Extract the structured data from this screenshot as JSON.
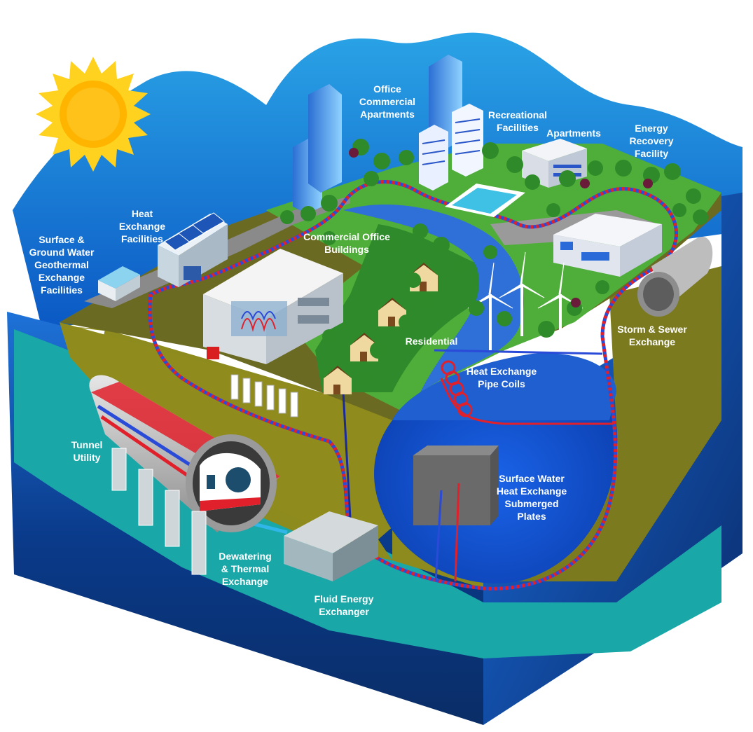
{
  "labels": {
    "surface_ground_water": "Surface &\nGround Water\nGeothermal\nExchange\nFacilities",
    "heat_exchange_facilities": "Heat\nExchange\nFacilities",
    "office_commercial_apartments": "Office\nCommercial\nApartments",
    "recreational_facilities": "Recreational\nFacilities",
    "apartments": "Apartments",
    "energy_recovery_facility": "Energy\nRecovery\nFacility",
    "commercial_office_buildings": "Commercial Office\nBuildings",
    "residential": "Residential",
    "storm_sewer_exchange": "Storm & Sewer\nExchange",
    "heat_exchange_pipe_coils": "Heat Exchange\nPipe Coils",
    "tunnel_utility": "Tunnel\nUtility",
    "surface_water_plates": "Surface Water\nHeat Exchange\nSubmerged\nPlates",
    "dewatering_thermal": "Dewatering\n& Thermal\nExchange",
    "fluid_energy_exchanger": "Fluid Energy\nExchanger"
  },
  "colors": {
    "sky": "#1d8fd4",
    "ground_top": "#5fbf3a",
    "soil": "#8f8a1c",
    "deep_water": "#0a2f63",
    "teal_layer": "#18a3a6",
    "pipe_red": "#e0202a",
    "pipe_blue": "#2a4ad8",
    "sun": "#ffb400"
  }
}
